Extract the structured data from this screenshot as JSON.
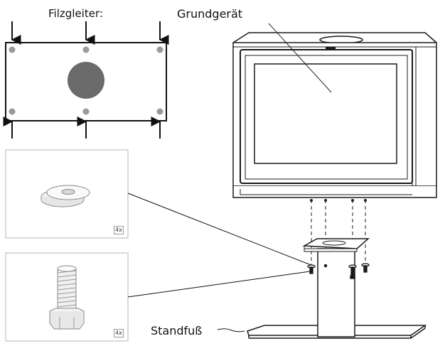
{
  "labels": {
    "felt_glides": "Filzgleiter:",
    "main_unit": "Grundgerät",
    "stand_base": "Standfuß"
  },
  "parts": {
    "washer_qty": "4x",
    "bolt_qty": "4x"
  },
  "colors": {
    "line": "#1a1a1a",
    "felt_dot": "#9a9a9a",
    "center_disc": "#6b6b6b",
    "panel_border": "#b5b5b5"
  }
}
